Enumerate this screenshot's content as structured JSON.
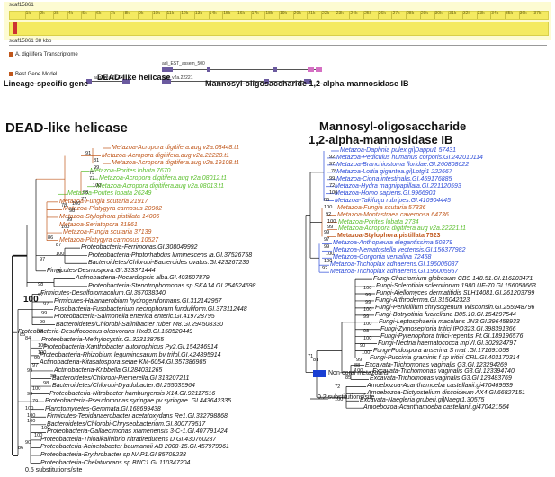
{
  "browser": {
    "scaffold_top": "scaf15861",
    "scaffold_zoom": "scaf15861  38 kbp",
    "ruler_ticks": [
      "1k",
      "2k",
      "3k",
      "4k",
      "5k",
      "6k",
      "7k",
      "8k",
      "9k",
      "10k",
      "11k",
      "12k",
      "13k",
      "14k",
      "15k",
      "16k",
      "17k",
      "18k",
      "19k",
      "20k",
      "21k",
      "22k",
      "23k",
      "24k",
      "25k",
      "26k",
      "27k",
      "28k",
      "29k",
      "30k",
      "31k",
      "32k",
      "33k",
      "34k",
      "35k",
      "36k",
      "37k"
    ],
    "track_transcriptome": "A. digitifera Transcriptome",
    "track_gene_model": "Best Gene Model",
    "est_label": "adi_EST_assem_500",
    "gene_label_a": "aug_v2a.22220",
    "gene_label_b": "aug_v2a.22221",
    "colors": {
      "ruler": "#f4ea61",
      "exon": "#6b5a9f",
      "exon_pink": "#d56fc3",
      "selection": "#cc3333"
    }
  },
  "labels": {
    "dead_small": "DEAD-like helicase",
    "lineage": "Lineage-specific gene",
    "manno_small": "Mannosyl-oligosaccharide 1,2-alpha-mannosidase IB",
    "dead_title": "DEAD-like helicase",
    "manno_title_1": "Mannosyl-oligosaccharide",
    "manno_title_2": "1,2-alpha-mannosidase IB",
    "legend": "Non-coral metazoans",
    "scale_left": "0.5 substitutions/site",
    "scale_right": "0.2 substitutions/site"
  },
  "colors": {
    "acropora": "#c0571b",
    "porites_green": "#5bbf2d",
    "metazoa_other": "#2c4bd8",
    "black": "#111111",
    "legend_blue": "#1a3fd3"
  },
  "left_tree": {
    "taxa": [
      {
        "name": "Metazoa-Acropora digitifera.aug v2a.08448.t1",
        "group": "acropora"
      },
      {
        "name": "Metazoa-Acropora digitifera.aug v2a.22220.t1",
        "group": "acropora"
      },
      {
        "name": "Metazoa-Acropora digitifera.aug v2a.19108.t1",
        "group": "acropora"
      },
      {
        "name": "Metazoa-Porites lobata 7670",
        "group": "porites_green"
      },
      {
        "name": "Metazoa-Acropora digitifera.aug v2a.08012.t1",
        "group": "porites_green"
      },
      {
        "name": "Metazoa-Acropora digitifera.aug v2a.08013.t1",
        "group": "porites_green"
      },
      {
        "name": "Metazoa-Porites lobata 26249",
        "group": "porites_green"
      },
      {
        "name": "Metazoa-Fungia scutaria 21917",
        "group": "acropora"
      },
      {
        "name": "Metazoa-Platygyra carnosus 20902",
        "group": "acropora"
      },
      {
        "name": "Metazoa-Stylophora pistillata 14006",
        "group": "acropora"
      },
      {
        "name": "Metazoa-Seriatopora 31861",
        "group": "acropora"
      },
      {
        "name": "Metazoa-Fungia scutaria 37139",
        "group": "acropora"
      },
      {
        "name": "Metazoa-Platygyra carnosus 10527",
        "group": "acropora"
      },
      {
        "name": "Proteobacteria-Ferrimonas.GI.308049992",
        "group": "black"
      },
      {
        "name": "Proteobacteria-Photorhabdus luminescens la.GI.37526758",
        "group": "black"
      },
      {
        "name": "Bacteroidetes/Chlorobi-Bacteroides ovatus.GI.423267236",
        "group": "black"
      },
      {
        "name": "Firmicutes-Desmospora.GI.333371444",
        "group": "black"
      },
      {
        "name": "Actinobacteria-Nocardiopsis alba.GI.403507879",
        "group": "black"
      },
      {
        "name": "Proteobacteria-Stenotrophomonas sp SKA14.GI.254524698",
        "group": "black"
      },
      {
        "name": "Firmicutes-Desulfotomaculum.GI.357038340",
        "group": "black"
      },
      {
        "name": "Firmicutes-Halanaerobium hydrogeniformans.GI.312142957",
        "group": "black"
      },
      {
        "name": "Fusobacteria-Fusobacterium necrophorum funduliform.GI.373112448",
        "group": "black"
      },
      {
        "name": "Proteobacteria-Salmonella enterica enteric.GI.419728795",
        "group": "black"
      },
      {
        "name": "Bacteroidetes/Chlorobi-Salinibacter ruber M8.GI.294508330",
        "group": "black"
      },
      {
        "name": "Proteobacteria-Desulfococcus oleovorans Hxd3.GI.158520449",
        "group": "black"
      },
      {
        "name": "Proteobacteria-Methylocystis.GI.323138755",
        "group": "black"
      },
      {
        "name": "Proteobacteria-Xanthobacter autotrophicus Py2.GI.154246914",
        "group": "black"
      },
      {
        "name": "Proteobacteria-Rhizobium leguminosarum bv trifol.GI.424895914",
        "group": "black"
      },
      {
        "name": "Actinobacteria-Kitasatospora setae KM-6054.GI.357386985",
        "group": "black"
      },
      {
        "name": "Actinobacteria-Kribbella.GI.284031265",
        "group": "black"
      },
      {
        "name": "Bacteroidetes/Chlorobi-Riemerella.GI.313207211",
        "group": "black"
      },
      {
        "name": "Bacteroidetes/Chlorobi-Dyadobacter.GI.255035964",
        "group": "black"
      },
      {
        "name": "Proteobacteria-Nitrobacter hamburgensis X14.GI.92117516",
        "group": "black"
      },
      {
        "name": "Proteobacteria-Pseudomonas syringae pv syringae .GI.443642335",
        "group": "black"
      },
      {
        "name": "Planctomycetes-Gemmata.GI.168699438",
        "group": "black"
      },
      {
        "name": "Firmicutes-Tepidanaerobacter acetatoxydans Re1.GI.332798868",
        "group": "black"
      },
      {
        "name": "Bacteroidetes/Chlorobi-Chryseobacterium.GI.300779517",
        "group": "black"
      },
      {
        "name": "Proteobacteria-Gallaecimonas xiamenensis 3-C-1.GI.407791424",
        "group": "black"
      },
      {
        "name": "Proteobacteria-Thioalkalivibrio nitratireducens D.GI.430760237",
        "group": "black"
      },
      {
        "name": "Proteobacteria-Acinetobacter baumannii AB 2008-15.GI.457979961",
        "group": "black"
      },
      {
        "name": "Proteobacteria-Erythrobacter sp NAP1.GI.85708238",
        "group": "black"
      },
      {
        "name": "Proteobacteria-Chelativorans sp BNC1.GI.110347204",
        "group": "black"
      }
    ],
    "bootstraps": [
      "91",
      "81",
      "99",
      "75",
      "77",
      "100",
      "100",
      "98",
      "77",
      "78",
      "98",
      "99",
      "100",
      "86",
      "87",
      "100",
      "97",
      "99",
      "98",
      "97",
      "97",
      "99",
      "99",
      "78",
      "84",
      "100",
      "100",
      "99",
      "97",
      "99",
      "99",
      "98",
      "100",
      "98",
      "79",
      "100",
      "100",
      "100",
      "100",
      "100",
      "90",
      "86",
      "85"
    ]
  },
  "right_tree": {
    "taxa": [
      {
        "name": "Metazoa-Daphnia pulex.gi|Dappu1 57431",
        "group": "metazoa_other"
      },
      {
        "name": "Metazoa-Pediculus humanus corporis.GI.242010114",
        "group": "metazoa_other"
      },
      {
        "name": "Metazoa-Branchiostoma floridae.GI.260808622",
        "group": "metazoa_other"
      },
      {
        "name": "Metazoa-Lottia gigantea.gi|Lotgi1 222667",
        "group": "metazoa_other"
      },
      {
        "name": "Metazoa-Ciona intestinalis.GI.459176885",
        "group": "metazoa_other"
      },
      {
        "name": "Metazoa-Hydra magnipapillata.GI.221120593",
        "group": "metazoa_other"
      },
      {
        "name": "Metazoa-Homo sapiens.GI.9966903",
        "group": "metazoa_other"
      },
      {
        "name": "Metazoa-Takifugu rubripes.GI.410904445",
        "group": "metazoa_other"
      },
      {
        "name": "Metazoa-Fungia scutaria 57336",
        "group": "acropora"
      },
      {
        "name": "Metazoa-Montastraea cavernosa 64736",
        "group": "acropora"
      },
      {
        "name": "Metazoa-Porites lobata 2734",
        "group": "porites_green"
      },
      {
        "name": "Metazoa-Acropora digitifera.aug v2a.22221.t1",
        "group": "porites_green"
      },
      {
        "name": "Metazoa-Stylophora pistillata 7523",
        "group": "acropora_bold"
      },
      {
        "name": "Metazoa-Anthopleura elegantissima 50879",
        "group": "metazoa_other"
      },
      {
        "name": "Metazoa-Nematostella vectensis.GI.156377982",
        "group": "metazoa_other"
      },
      {
        "name": "Metazoa-Gorgonia ventalina 72458",
        "group": "metazoa_other"
      },
      {
        "name": "Metazoa-Trichoplax adhaerens.GI.196005087",
        "group": "metazoa_other"
      },
      {
        "name": "Metazoa-Trichoplax adhaerens.GI.196005957",
        "group": "metazoa_other"
      },
      {
        "name": "Fungi-Chaetomium globosum CBS 148.51.GI.116203471",
        "group": "black"
      },
      {
        "name": "Fungi-Sclerotinia sclerotiorum 1980 UF-70.GI.156050663",
        "group": "black"
      },
      {
        "name": "Fungi-Ajellomyces dermatitidis SLH14081.GI.261203799",
        "group": "black"
      },
      {
        "name": "Fungi-Arthroderma.GI.315042323",
        "group": "black"
      },
      {
        "name": "Fungi-Penicillium chrysogenum Wisconsin.GI.255948796",
        "group": "black"
      },
      {
        "name": "Fungi-Botryotinia fuckeliana B05.10.GI.154297544",
        "group": "black"
      },
      {
        "name": "Fungi-Leptosphaeria maculans JN3.GI.396458933",
        "group": "black"
      },
      {
        "name": "Fungi-Zymoseptoria tritici IPO323.GI.398391366",
        "group": "black"
      },
      {
        "name": "Fungi-Pyrenophora tritici-repentis Pt.GI.189196576",
        "group": "black"
      },
      {
        "name": "Fungi-Nectria haematococca mpVI.GI.302924797",
        "group": "black"
      },
      {
        "name": "Fungi-Podospora anserina S mat .GI.171691058",
        "group": "black"
      },
      {
        "name": "Fungi-Puccinia graminis f sp tritici CRL.GI.403170314",
        "group": "black"
      },
      {
        "name": "Excavata-Trichomonas vaginalis G3.GI.123294269",
        "group": "black"
      },
      {
        "name": "Excavata-Trichomonas vaginalis G3.GI.123394740",
        "group": "black"
      },
      {
        "name": "Excavata-Trichomonas vaginalis G3.GI.123483769",
        "group": "black"
      },
      {
        "name": "Amoebozoa-Acanthamoeba castellanii.gi470469539",
        "group": "black"
      },
      {
        "name": "Amoebozoa-Dictyostelium discoideum AX4.GI.66827151",
        "group": "black"
      },
      {
        "name": "Excavata-Naegleria gruberi.gi|Naegr1.30575",
        "group": "black"
      },
      {
        "name": "Amoebozoa-Acanthamoeba castellanii.gi470421564",
        "group": "black"
      }
    ],
    "bootstraps": [
      "92",
      "97",
      "78",
      "99",
      "72",
      "100",
      "86",
      "100",
      "92",
      "100",
      "99",
      "99",
      "97",
      "99",
      "100",
      "100",
      "92",
      "100",
      "99",
      "99",
      "100",
      "99",
      "100",
      "98",
      "100",
      "90",
      "100",
      "99",
      "88",
      "100",
      "85",
      "72",
      "81",
      "71",
      "100"
    ]
  },
  "root_bootstrap": "100"
}
